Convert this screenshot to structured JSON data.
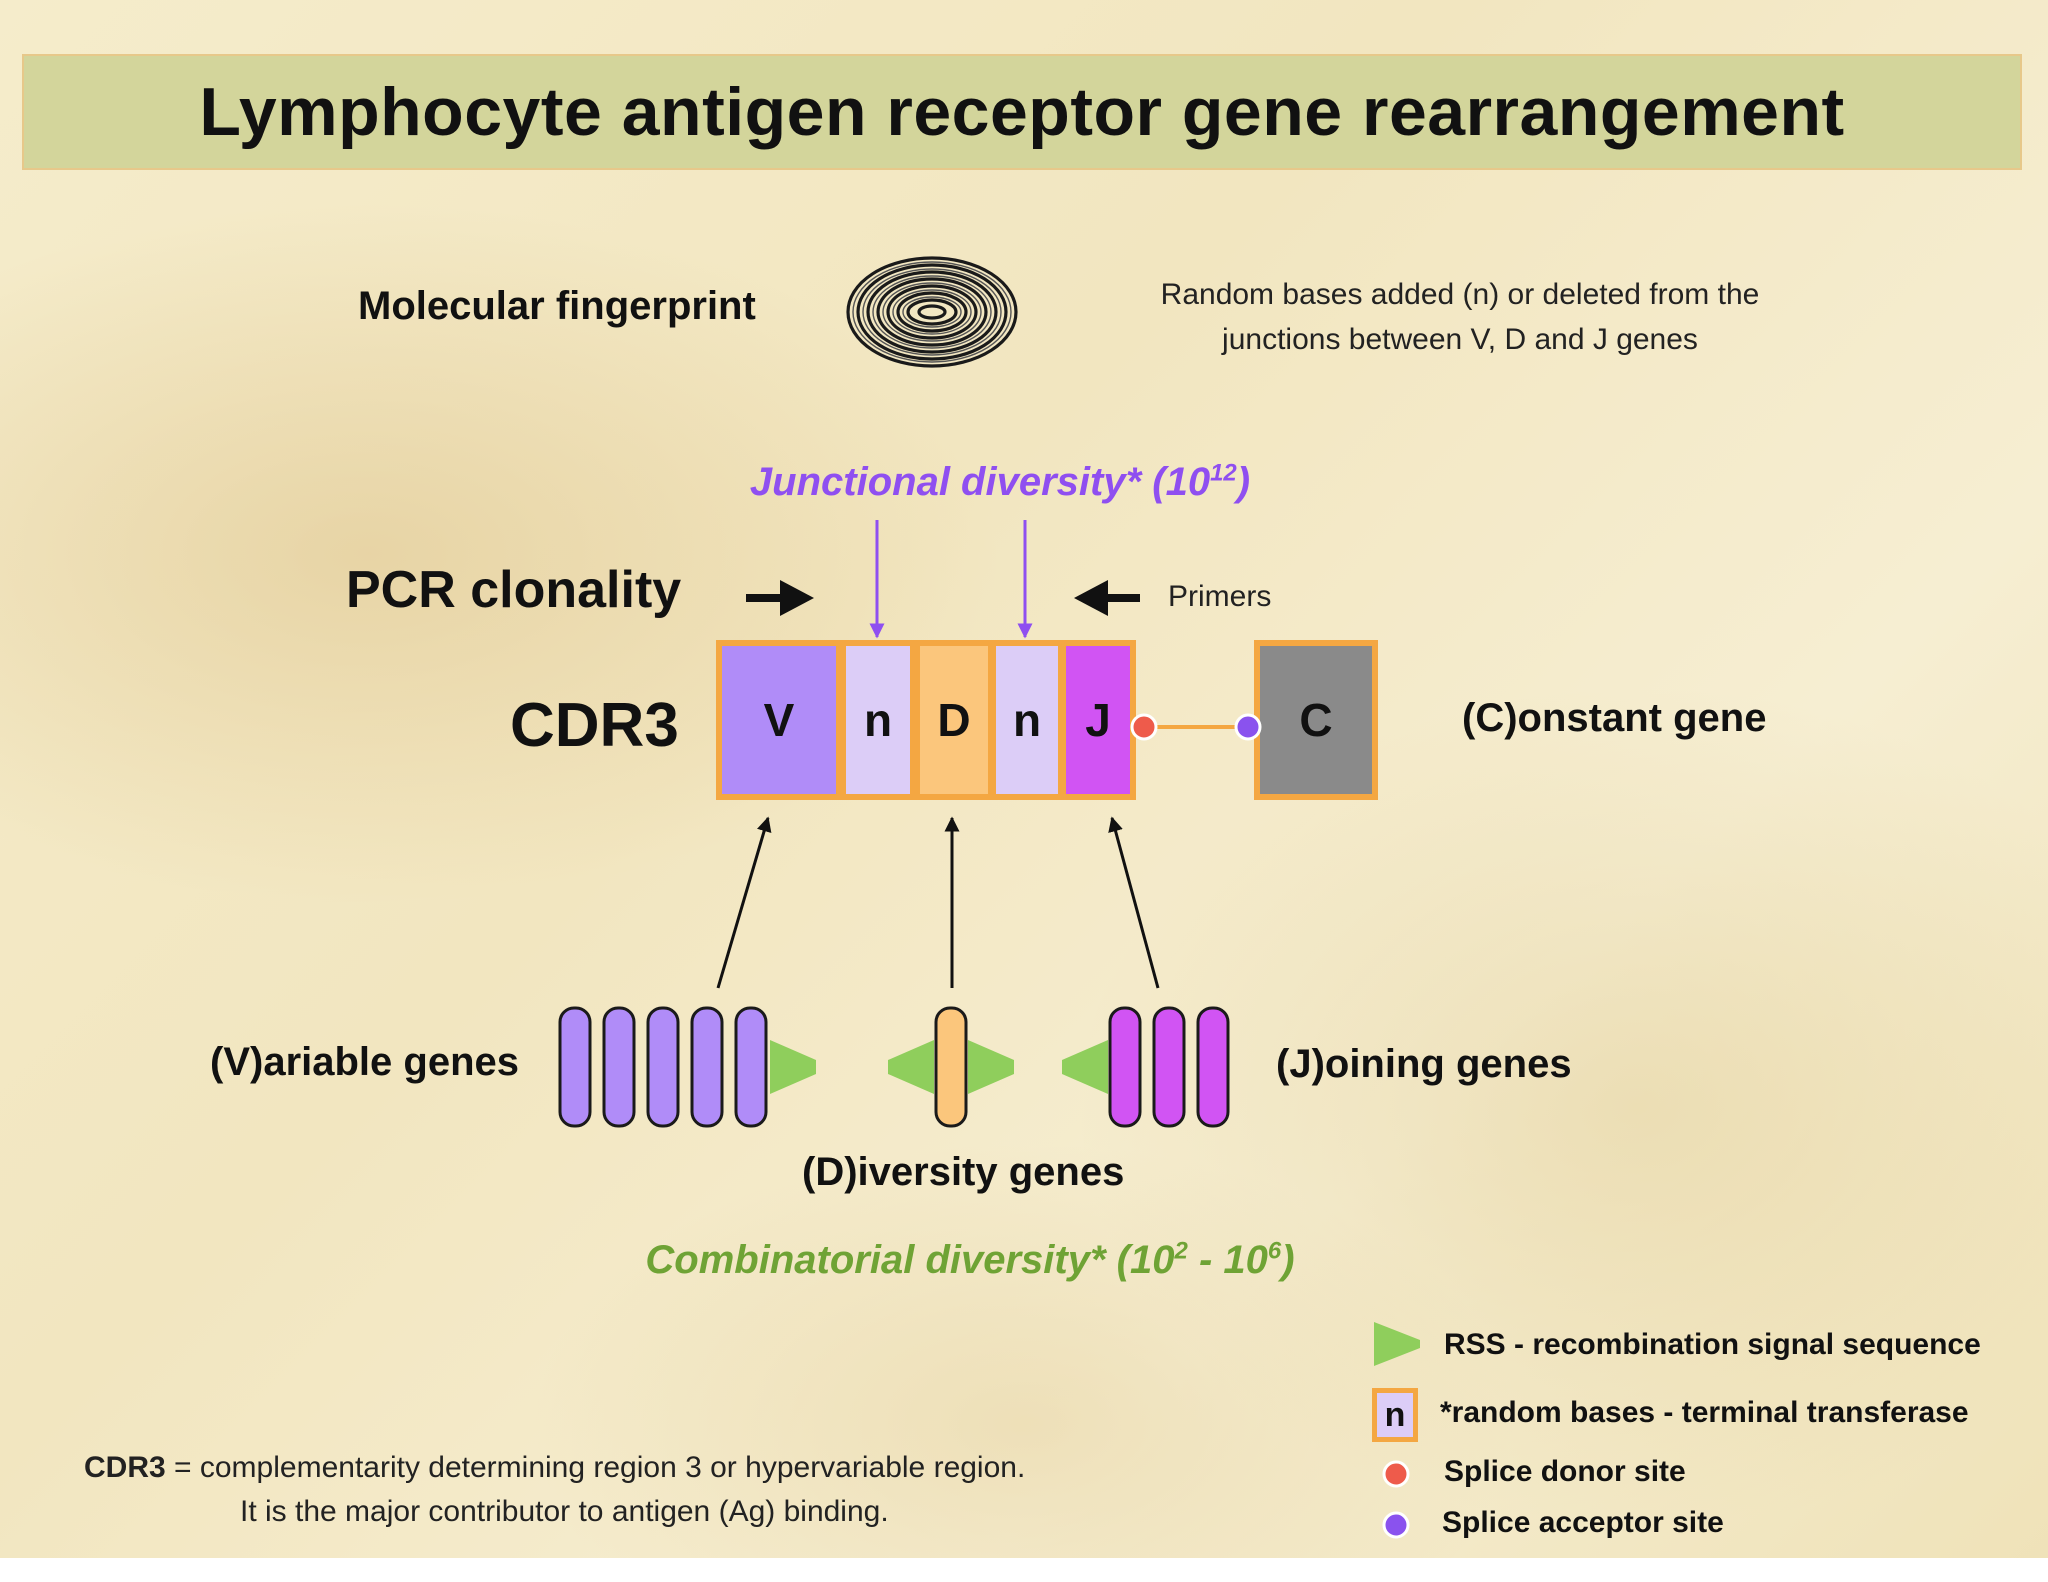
{
  "title": "Lymphocyte antigen receptor gene rearrangement",
  "fingerprint": {
    "label": "Molecular fingerprint",
    "note_line1": "Random bases added (n) or deleted from the",
    "note_line2": "junctions between V, D and J genes"
  },
  "junctional": {
    "prefix": "Junctional diversity* (10",
    "exponent": "12",
    "suffix": ")",
    "color": "#8f4ff0"
  },
  "pcr_label": "PCR clonality",
  "primers_label": "Primers",
  "cdr3_label": "CDR3",
  "segments": {
    "v": "V",
    "n1": "n",
    "d": "D",
    "n2": "n",
    "j": "J",
    "c": "C"
  },
  "constant_label": "(C)onstant gene",
  "variable_label": "(V)ariable genes",
  "diversity_label": "(D)iversity genes",
  "joining_label": "(J)oining genes",
  "combinatorial": {
    "prefix": "Combinatorial diversity* (10",
    "exp1": "2",
    "middle": " - 10",
    "exp2": "6",
    "suffix": ")",
    "color": "#6fa335"
  },
  "legend": {
    "rss": "RSS - recombination signal sequence",
    "n_symbol": "n",
    "random_bases": "*random bases - terminal transferase",
    "donor": "Splice donor site",
    "acceptor": "Splice acceptor site"
  },
  "footnote": {
    "term": "CDR3",
    "definition": " = complementarity determining region 3 or hypervariable region.",
    "line2": "It is the major contributor to antigen (Ag) binding."
  },
  "colors": {
    "v_purple": "#b08cf8",
    "n_lavender": "#dccdf7",
    "d_orange": "#fbc67c",
    "j_magenta": "#d154f3",
    "c_gray": "#8a8a8a",
    "frame_orange": "#f4a742",
    "rss_green": "#8fce5c",
    "donor_red": "#ee5b4b",
    "acceptor_violet": "#8a52ee"
  }
}
